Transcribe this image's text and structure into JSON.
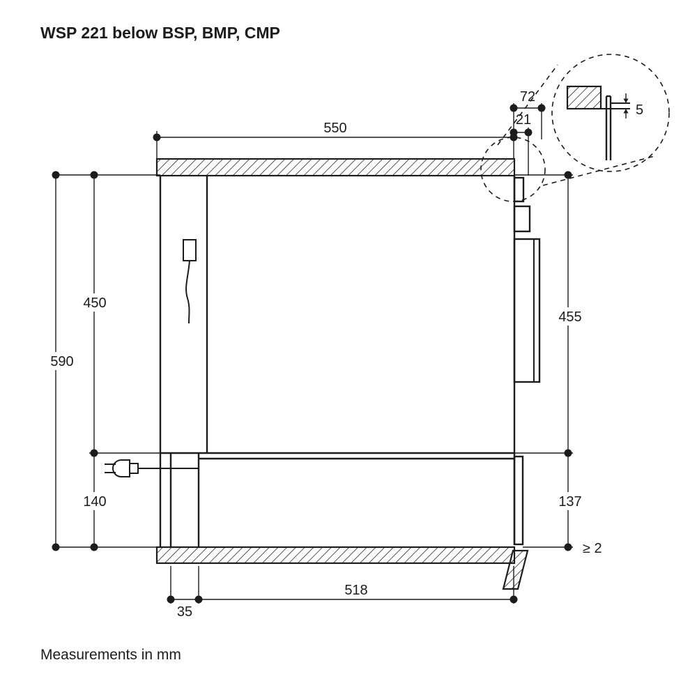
{
  "header": {
    "title": "WSP 221 below BSP, BMP, CMP"
  },
  "footer": {
    "note": "Measurements in mm"
  },
  "diagram": {
    "dimensions": {
      "niche_depth_top": "550",
      "front_protrusion": "72",
      "panel_protrusion": "21",
      "detail_gap": "5",
      "total_height": "590",
      "upper_niche_height": "450",
      "appliance_front_height": "455",
      "lower_niche_height": "140",
      "drawer_front_height": "137",
      "bottom_clearance": "≥ 2",
      "appliance_depth": "518",
      "rear_cable_clearance": "35"
    },
    "colors": {
      "line": "#1c1c1c",
      "background": "#ffffff"
    }
  }
}
